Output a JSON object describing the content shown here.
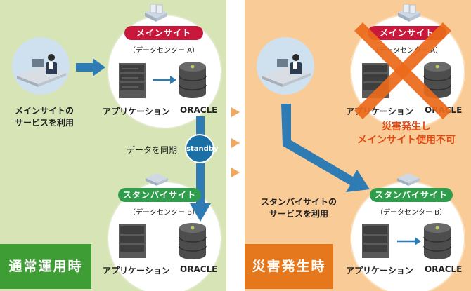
{
  "normal": {
    "main_site_pill": "メインサイト",
    "main_dc": "（データセンター A）",
    "app_label_main": "アプリケーション",
    "oracle_main": "ORACLE",
    "user_caption_line1": "メインサイトの",
    "user_caption_line2": "サービスを利用",
    "sync_label": "データを同期",
    "standby_logo": "standby",
    "standby_site_pill": "スタンバイサイト",
    "standby_dc": "（データセンター B）",
    "app_label_standby": "アプリケーション",
    "oracle_standby": "ORACLE",
    "badge": "通常運用時"
  },
  "disaster": {
    "main_site_pill": "メインサイト",
    "main_dc": "（データセンター A）",
    "app_label_main": "アプリケーション",
    "oracle_main": "ORACLE",
    "warning_line1": "災害発生し",
    "warning_line2": "メインサイト使用不可",
    "user_caption_line1": "スタンバイサイトの",
    "user_caption_line2": "サービスを利用",
    "standby_site_pill": "スタンバイサイト",
    "standby_dc": "（データセンター B）",
    "app_label_standby": "アプリケーション",
    "oracle_standby": "ORACLE",
    "badge": "災害発生時"
  },
  "colors": {
    "normal_bg": "#d7e5b6",
    "disaster_bg": "#f9cc97",
    "arrow_blue": "#2f7cb4",
    "cross_orange": "#eb6a1a",
    "pill_red": "#c8193c",
    "pill_green": "#2f9d4c",
    "badge_green": "#3f9d35",
    "badge_orange": "#e5781d",
    "warning_text": "#e14912"
  },
  "icons": [
    "office-worker-icon",
    "server-rack-icon",
    "database-icon",
    "building-icon",
    "chevron-right-icon"
  ]
}
